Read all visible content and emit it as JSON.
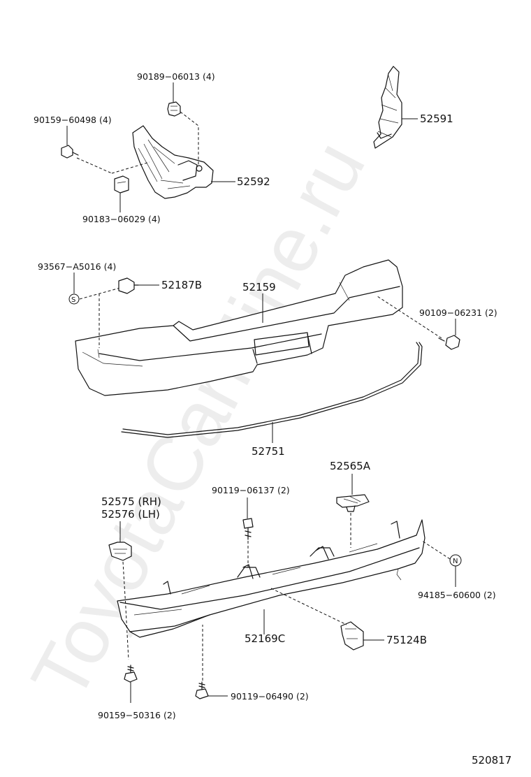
{
  "diagram": {
    "watermark": "ToyotaCarMine.ru",
    "figure_number": "520817",
    "labels": {
      "p90189_06013": "90189−06013 (4)",
      "p90159_60498": "90159−60498 (4)",
      "p52591": "52591",
      "p52592": "52592",
      "p90183_06029": "90183−06029 (4)",
      "p93567_A5016": "93567−A5016 (4)",
      "p52187B": "52187B",
      "p52159": "52159",
      "p90109_06231": "90109−06231 (2)",
      "p52751": "52751",
      "p52565A": "52565A",
      "p90119_06137": "90119−06137 (2)",
      "p52575": "52575 (RH)",
      "p52576": "52576 (LH)",
      "p94185_60600": "94185−60600 (2)",
      "p52169C": "52169C",
      "p75124B": "75124B",
      "p90159_50316": "90159−50316 (2)",
      "p90119_06490": "90119−06490 (2)",
      "symbol_s": "S",
      "symbol_n": "N"
    }
  }
}
